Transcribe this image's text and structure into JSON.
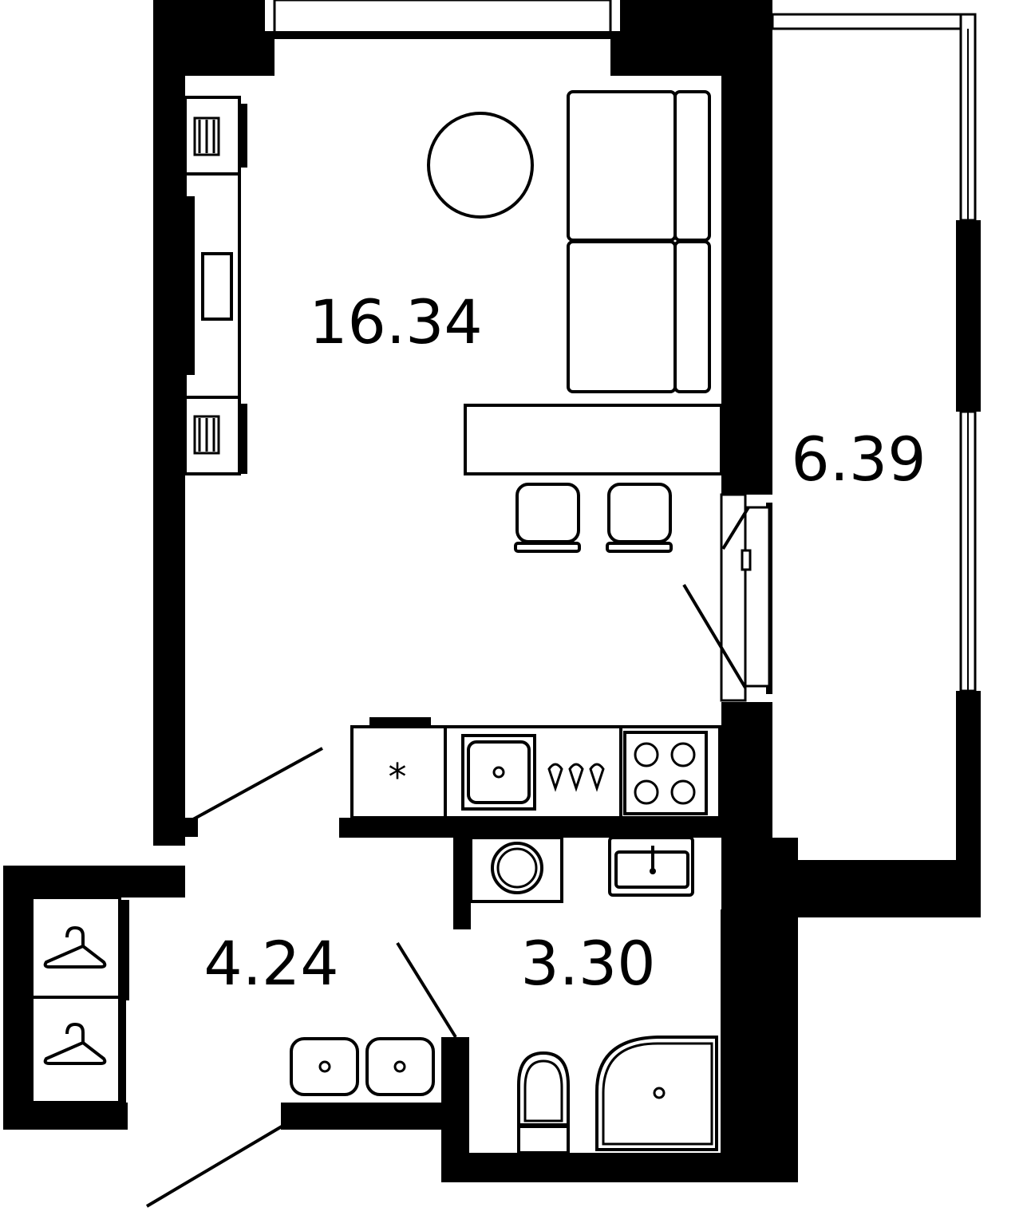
{
  "rooms": [
    {
      "id": "living-room",
      "area": "16.34"
    },
    {
      "id": "balcony",
      "area": "6.39"
    },
    {
      "id": "hallway",
      "area": "4.24"
    },
    {
      "id": "bathroom",
      "area": "3.30"
    }
  ],
  "colors": {
    "wall": "#000000",
    "floor": "#ffffff",
    "line": "#000000"
  },
  "fixtures": [
    "window",
    "radiator-icon",
    "wardrobe",
    "tv-unit",
    "round-table",
    "sofa",
    "bar-counter",
    "bar-stool",
    "balcony-door",
    "fridge-icon",
    "kitchen-sink",
    "drip-icon",
    "cooktop",
    "washing-machine",
    "washbasin",
    "toilet",
    "corner-shower",
    "hanger-icon",
    "entrance-door"
  ]
}
